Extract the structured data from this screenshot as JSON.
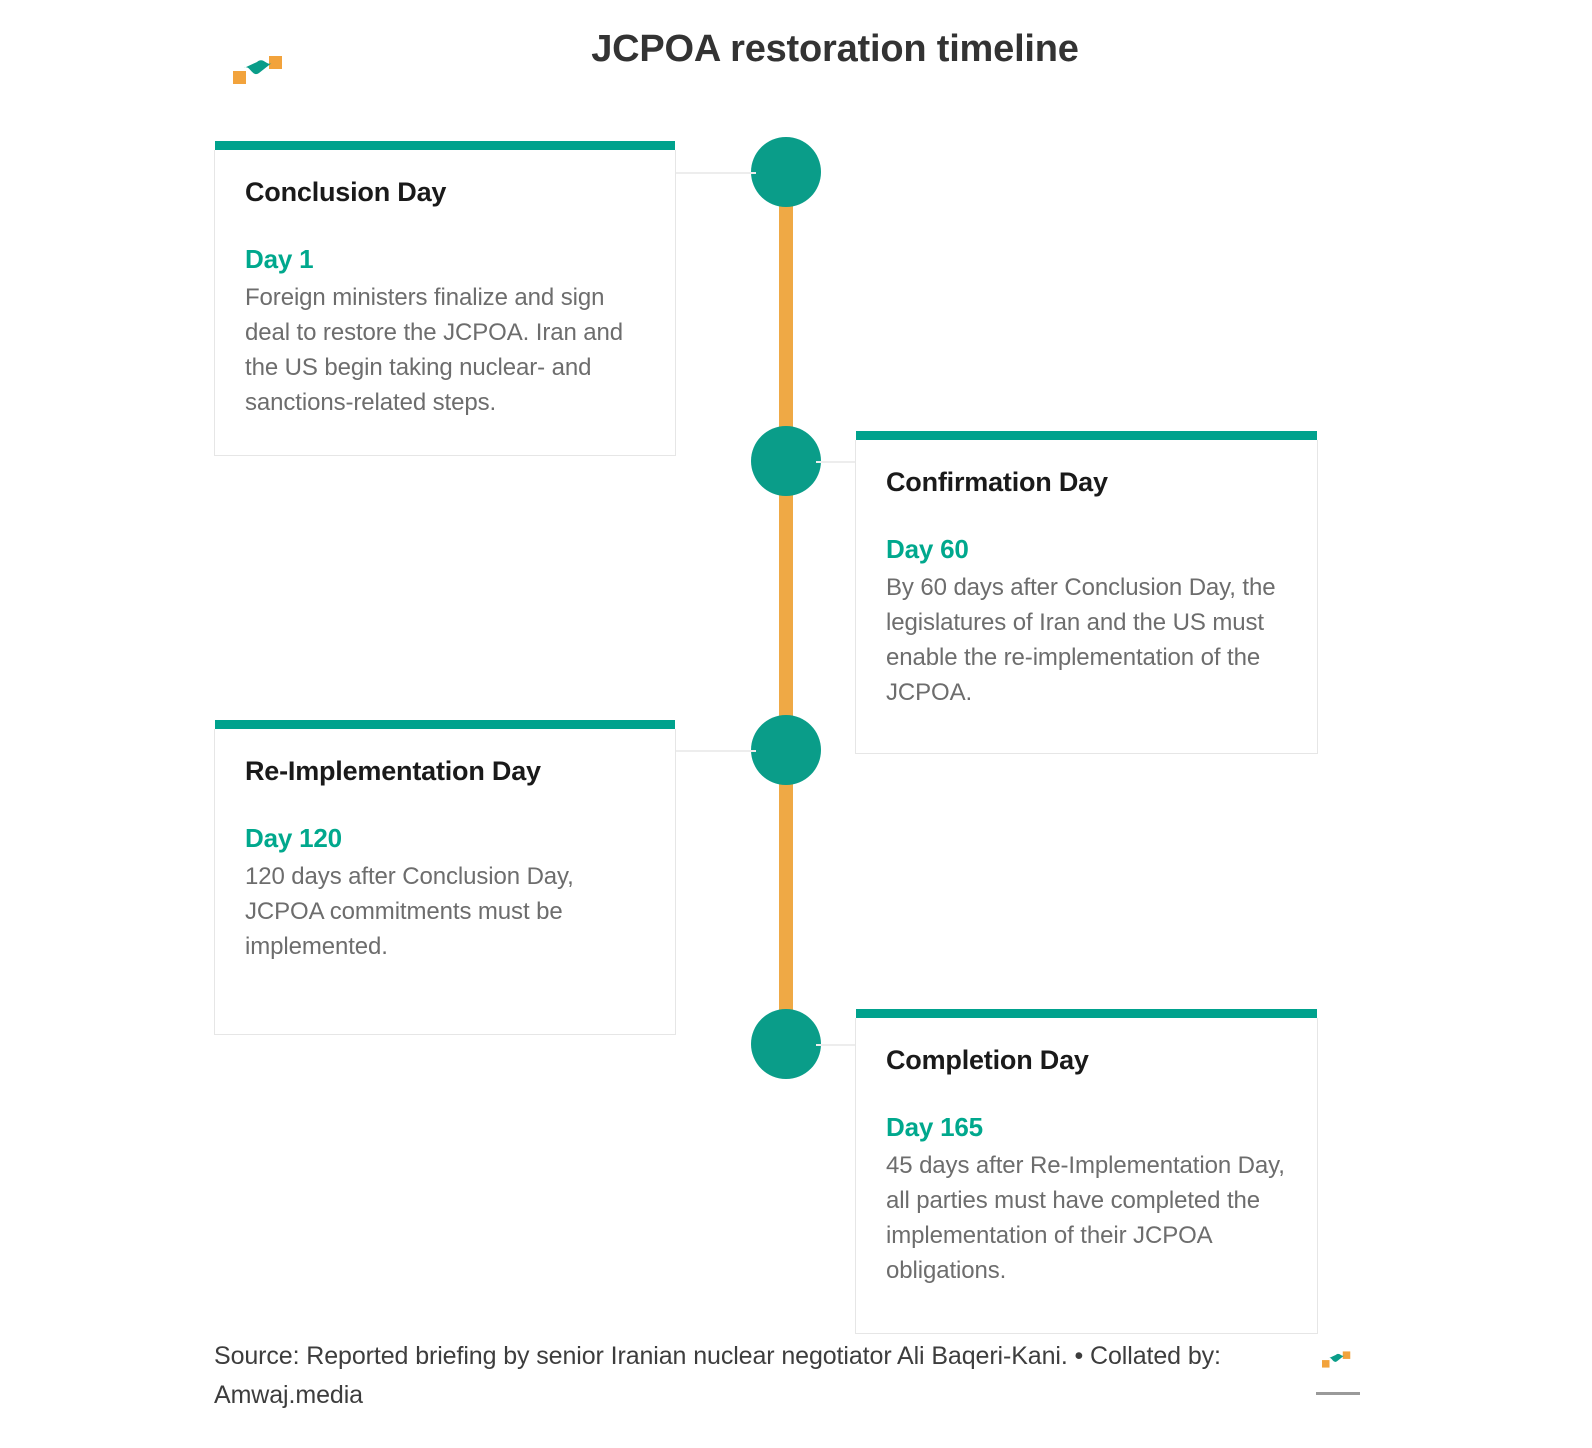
{
  "header": {
    "title": "JCPOA restoration timeline",
    "logo_name": "amwaj-logo"
  },
  "colors": {
    "teal": "#0a9d89",
    "teal_bar": "#00a28d",
    "teal_accent": "#00a88d",
    "orange": "#efa945",
    "title_text": "#333333",
    "body_text": "#6d6d6d",
    "card_border": "#e6e6e6",
    "connector": "#ededed"
  },
  "timeline": {
    "milestones": [
      {
        "title": "Conclusion Day",
        "day_label": "Day 1",
        "day_number": 1,
        "description": "Foreign ministers finalize and sign deal to restore the JCPOA. Iran and the US begin taking nuclear- and sanctions-related steps.",
        "side": "left"
      },
      {
        "title": "Confirmation Day",
        "day_label": "Day 60",
        "day_number": 60,
        "description": "By 60 days after Conclusion Day, the legislatures of Iran and the US must enable the re-implementation of the JCPOA.",
        "side": "right"
      },
      {
        "title": "Re-Implementation Day",
        "day_label": "Day 120",
        "day_number": 120,
        "description": "120 days after Conclusion Day, JCPOA commitments must be implemented.",
        "side": "left"
      },
      {
        "title": "Completion Day",
        "day_label": "Day 165",
        "day_number": 165,
        "description": "45 days after Re-Implementation Day, all parties must have completed the implementation of their JCPOA obligations.",
        "side": "right"
      }
    ]
  },
  "footer": {
    "source_text": "Source: Reported briefing by senior Iranian nuclear negotiator Ali Baqeri-Kani. • Collated by: Amwaj.media",
    "logo_name": "amwaj-logo-small"
  }
}
